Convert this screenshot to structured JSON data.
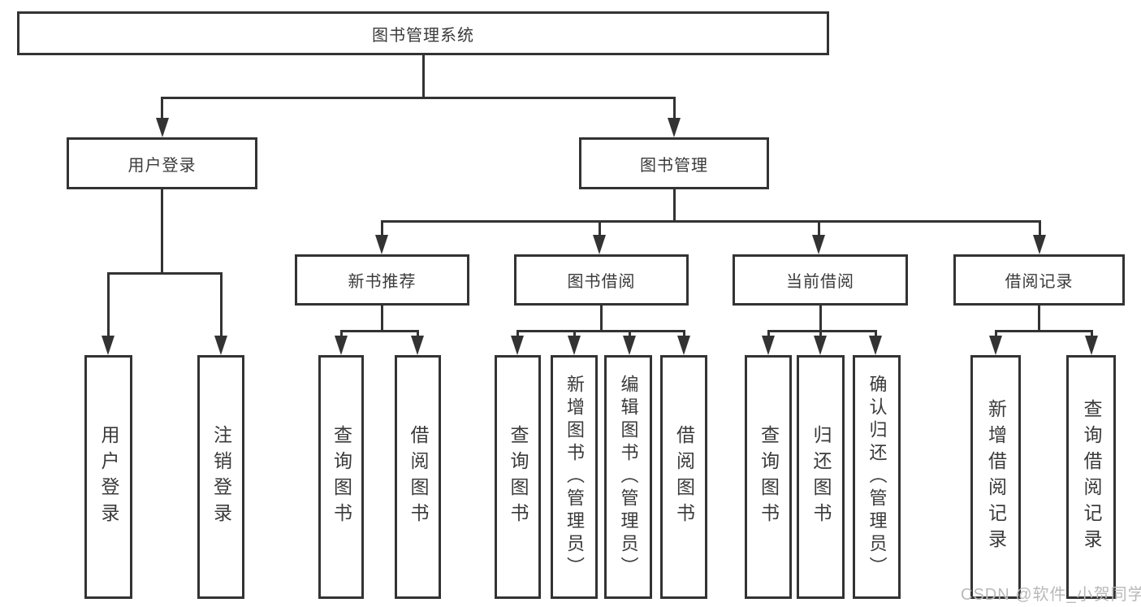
{
  "title": {
    "label": "图书管理系统"
  },
  "level2": [
    {
      "label": "用户登录"
    },
    {
      "label": "图书管理"
    }
  ],
  "level3": [
    {
      "label": "新书推荐"
    },
    {
      "label": "图书借阅"
    },
    {
      "label": "当前借阅"
    },
    {
      "label": "借阅记录"
    }
  ],
  "leaves": [
    {
      "label": "用户登录"
    },
    {
      "label": "注销登录"
    },
    {
      "label": "查询图书"
    },
    {
      "label": "借阅图书"
    },
    {
      "label": "查询图书"
    },
    {
      "label": "新增图书（管理员）"
    },
    {
      "label": "编辑图书（管理员）"
    },
    {
      "label": "借阅图书"
    },
    {
      "label": "查询图书"
    },
    {
      "label": "归还图书"
    },
    {
      "label": "确认归还（管理员）"
    },
    {
      "label": "新增借阅记录"
    },
    {
      "label": "查询借阅记录"
    }
  ],
  "watermark": {
    "text": "CSDN @软件_小贺同学"
  },
  "colors": {
    "line": "#333333",
    "text": "#3a3a3a",
    "watermark": "#b9b9b9",
    "background": "#ffffff"
  }
}
